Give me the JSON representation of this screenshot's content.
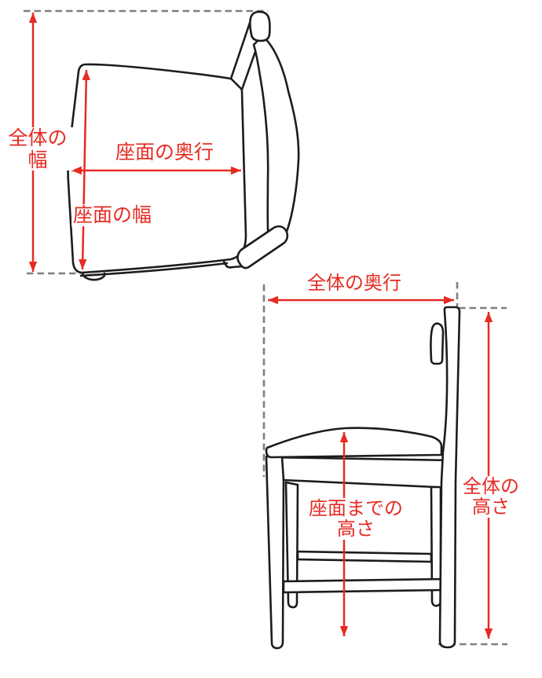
{
  "colors": {
    "background": "#ffffff",
    "dimension": "#e62b23",
    "outline": "#1c1c1c",
    "guide": "#7f7f7f"
  },
  "figure": {
    "name": "chair-dimension-diagram",
    "views": {
      "top_view": "chair seen from above",
      "side_view": "chair seen from the side"
    },
    "dimensions": {
      "overall_width": {
        "label": "全体の幅",
        "lines": [
          "全体の",
          "幅"
        ]
      },
      "seat_depth": {
        "label": "座面の奥行",
        "lines": [
          "座面の奥行"
        ]
      },
      "seat_width": {
        "label": "座面の幅",
        "lines": [
          "座面の幅"
        ]
      },
      "overall_depth": {
        "label": "全体の奥行",
        "lines": [
          "全体の奥行"
        ]
      },
      "height_to_seat": {
        "label": "座面までの高さ",
        "lines": [
          "座面までの",
          "高さ"
        ]
      },
      "overall_height": {
        "label": "全体の高さ",
        "lines": [
          "全体の",
          "高さ"
        ]
      }
    }
  }
}
